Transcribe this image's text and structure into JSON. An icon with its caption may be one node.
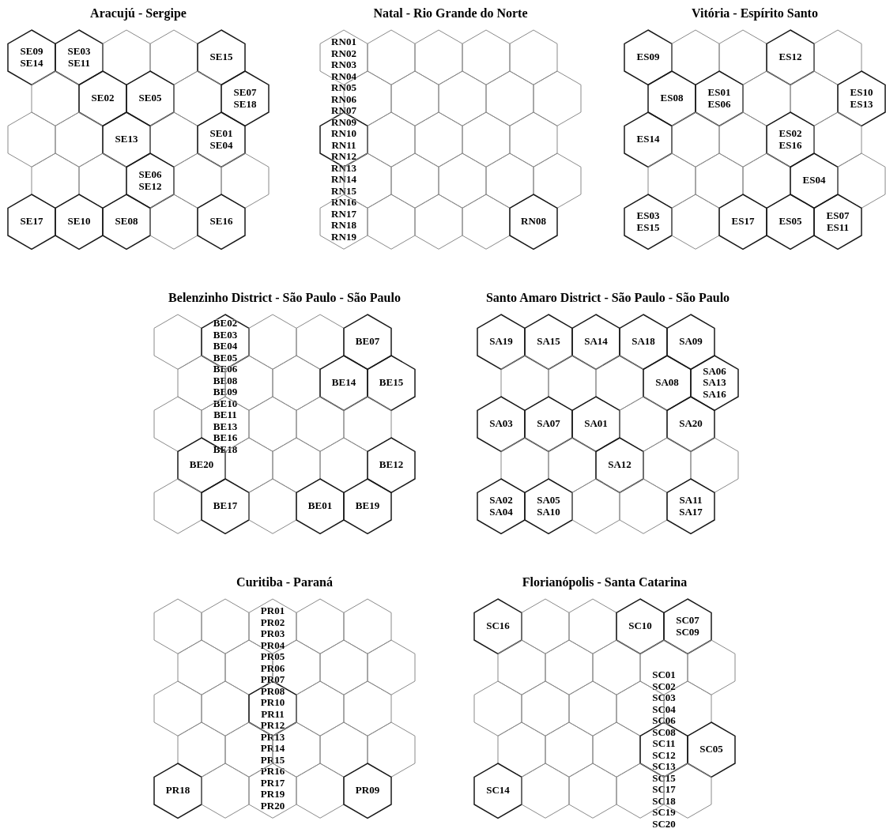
{
  "diagram": {
    "nodes": [
      {
        "text": [
          "Aracujú - Sergipe"
        ]
      },
      {
        "text": [
          "SE09 SE14"
        ],
        "in": 0
      },
      {
        "text": [
          "SE03 SE11"
        ],
        "in": 0
      },
      {
        "text": [],
        "shape": "hexagon",
        "in": 0
      },
      {
        "text": [],
        "shape": "hexagon",
        "in": 0
      },
      {
        "text": [
          "SE15"
        ],
        "in": 0
      },
      {
        "text": [],
        "shape": "hexagon",
        "in": 0
      },
      {
        "text": [
          "SE02"
        ],
        "in": 0
      },
      {
        "text": [
          "SE05"
        ],
        "in": 0
      },
      {
        "text": [],
        "shape": "hexagon",
        "in": 0
      },
      {
        "text": [
          "SE07 SE18"
        ],
        "in": 0
      },
      {
        "text": [],
        "shape": "hexagon",
        "in": 0
      },
      {
        "text": [],
        "shape": "hexagon",
        "in": 0
      },
      {
        "text": [
          "SE13"
        ],
        "in": 0
      },
      {
        "text": [],
        "shape": "hexagon",
        "in": 0
      },
      {
        "text": [
          "SE01 SE04"
        ],
        "in": 0
      },
      {
        "text": [],
        "shape": "hexagon",
        "in": 0
      },
      {
        "text": [],
        "shape": "hexagon",
        "in": 0
      },
      {
        "text": [
          "SE06 SE12"
        ],
        "in": 0
      },
      {
        "text": [],
        "shape": "hexagon",
        "in": 0
      },
      {
        "text": [],
        "shape": "hexagon",
        "in": 0
      },
      {
        "text": [
          "SE17"
        ],
        "in": 0
      },
      {
        "text": [
          "SE10"
        ],
        "in": 0
      },
      {
        "text": [
          "SE08"
        ],
        "in": 0
      },
      {
        "text": [],
        "shape": "hexagon",
        "in": 0
      },
      {
        "text": [
          "SE16"
        ],
        "in": 0
      },
      {
        "text": [
          "Natal - Rio Grande do Norte"
        ]
      },
      {
        "text": [],
        "shape": "hexagon",
        "in": 26
      },
      {
        "text": [],
        "shape": "hexagon",
        "in": 26
      },
      {
        "text": [],
        "shape": "hexagon",
        "in": 26
      },
      {
        "text": [],
        "shape": "hexagon",
        "in": 26
      },
      {
        "text": [],
        "shape": "hexagon",
        "in": 26
      },
      {
        "text": [],
        "shape": "hexagon",
        "in": 26
      },
      {
        "text": [],
        "shape": "hexagon",
        "in": 26
      },
      {
        "text": [],
        "shape": "hexagon",
        "in": 26
      },
      {
        "text": [],
        "shape": "hexagon",
        "in": 26
      },
      {
        "text": [],
        "shape": "hexagon",
        "in": 26
      },
      {
        "text": [
          "RN01 RN02 RN03 RN04 RN05 RN06 RN07 RN09 RN10 RN11 RN12 RN13 RN14 RN15 RN16 RN17 RN18 RN19"
        ],
        "in": 26
      },
      {
        "text": [],
        "shape": "hexagon",
        "in": 26
      },
      {
        "text": [],
        "shape": "hexagon",
        "in": 26
      },
      {
        "text": [],
        "shape": "hexagon",
        "in": 26
      },
      {
        "text": [],
        "shape": "hexagon",
        "in": 26
      },
      {
        "text": [],
        "shape": "hexagon",
        "in": 26
      },
      {
        "text": [],
        "shape": "hexagon",
        "in": 26
      },
      {
        "text": [],
        "shape": "hexagon",
        "in": 26
      },
      {
        "text": [],
        "shape": "hexagon",
        "in": 26
      },
      {
        "text": [],
        "shape": "hexagon",
        "in": 26
      },
      {
        "text": [],
        "shape": "hexagon",
        "in": 26
      },
      {
        "text": [],
        "shape": "hexagon",
        "in": 26
      },
      {
        "text": [],
        "shape": "hexagon",
        "in": 26
      },
      {
        "text": [],
        "shape": "hexagon",
        "in": 26
      },
      {
        "text": [
          "RN08"
        ],
        "in": 26
      },
      {
        "text": [
          "Vitória - Espírito Santo"
        ]
      },
      {
        "text": [
          "ES09"
        ],
        "in": 52
      },
      {
        "text": [],
        "shape": "hexagon",
        "in": 52
      },
      {
        "text": [],
        "shape": "hexagon",
        "in": 52
      },
      {
        "text": [
          "ES12"
        ],
        "in": 52
      },
      {
        "text": [],
        "shape": "hexagon",
        "in": 52
      },
      {
        "text": [
          "ES08"
        ],
        "in": 52
      },
      {
        "text": [
          "ES01 ES06"
        ],
        "in": 52
      },
      {
        "text": [],
        "shape": "hexagon",
        "in": 52
      },
      {
        "text": [],
        "shape": "hexagon",
        "in": 52
      },
      {
        "text": [
          "ES10 ES13"
        ],
        "in": 52
      },
      {
        "text": [
          "ES14"
        ],
        "in": 52
      },
      {
        "text": [],
        "shape": "hexagon",
        "in": 52
      },
      {
        "text": [],
        "shape": "hexagon",
        "in": 52
      },
      {
        "text": [
          "ES02 ES16"
        ],
        "in": 52
      },
      {
        "text": [],
        "shape": "hexagon",
        "in": 52
      },
      {
        "text": [],
        "shape": "hexagon",
        "in": 52
      },
      {
        "text": [],
        "shape": "hexagon",
        "in": 52
      },
      {
        "text": [],
        "shape": "hexagon",
        "in": 52
      },
      {
        "text": [
          "ES04"
        ],
        "in": 52
      },
      {
        "text": [],
        "shape": "hexagon",
        "in": 52
      },
      {
        "text": [
          "ES03 ES15"
        ],
        "in": 52
      },
      {
        "text": [],
        "shape": "hexagon",
        "in": 52
      },
      {
        "text": [
          "ES17"
        ],
        "in": 52
      },
      {
        "text": [
          "ES05"
        ],
        "in": 52
      },
      {
        "text": [
          "ES07 ES11"
        ],
        "in": 52
      },
      {
        "text": [
          "Belenzinho District - São Paulo - São Paulo"
        ]
      },
      {
        "text": [],
        "shape": "hexagon",
        "in": 78
      },
      {
        "text": [
          "BE02 BE03 BE04 BE05 BE06 BE08 BE09 BE10 BE11 BE13 BE16 BE18"
        ],
        "in": 78
      },
      {
        "text": [],
        "shape": "hexagon",
        "in": 78
      },
      {
        "text": [],
        "shape": "hexagon",
        "in": 78
      },
      {
        "text": [
          "BE07"
        ],
        "in": 78
      },
      {
        "text": [],
        "shape": "hexagon",
        "in": 78
      },
      {
        "text": [],
        "shape": "hexagon",
        "in": 78
      },
      {
        "text": [],
        "shape": "hexagon",
        "in": 78
      },
      {
        "text": [
          "BE14"
        ],
        "in": 78
      },
      {
        "text": [
          "BE15"
        ],
        "in": 78
      },
      {
        "text": [],
        "shape": "hexagon",
        "in": 78
      },
      {
        "text": [],
        "shape": "hexagon",
        "in": 78
      },
      {
        "text": [],
        "shape": "hexagon",
        "in": 78
      },
      {
        "text": [],
        "shape": "hexagon",
        "in": 78
      },
      {
        "text": [],
        "shape": "hexagon",
        "in": 78
      },
      {
        "text": [
          "BE20"
        ],
        "in": 78
      },
      {
        "text": [],
        "shape": "hexagon",
        "in": 78
      },
      {
        "text": [],
        "shape": "hexagon",
        "in": 78
      },
      {
        "text": [],
        "shape": "hexagon",
        "in": 78
      },
      {
        "text": [
          "BE12"
        ],
        "in": 78
      },
      {
        "text": [],
        "shape": "hexagon",
        "in": 78
      },
      {
        "text": [
          "BE17"
        ],
        "in": 78
      },
      {
        "text": [],
        "shape": "hexagon",
        "in": 78
      },
      {
        "text": [
          "BE01"
        ],
        "in": 78
      },
      {
        "text": [
          "BE19"
        ],
        "in": 78
      },
      {
        "text": [
          "Santo Amaro District - São Paulo - São Paulo"
        ]
      },
      {
        "text": [
          "SA19"
        ],
        "in": 104
      },
      {
        "text": [
          "SA15"
        ],
        "in": 104
      },
      {
        "text": [
          "SA14"
        ],
        "in": 104
      },
      {
        "text": [
          "SA18"
        ],
        "in": 104
      },
      {
        "text": [
          "SA09"
        ],
        "in": 104
      },
      {
        "text": [],
        "shape": "hexagon",
        "in": 104
      },
      {
        "text": [],
        "shape": "hexagon",
        "in": 104
      },
      {
        "text": [],
        "shape": "hexagon",
        "in": 104
      },
      {
        "text": [
          "SA08"
        ],
        "in": 104
      },
      {
        "text": [
          "SA06 SA13 SA16"
        ],
        "in": 104
      },
      {
        "text": [
          "SA03"
        ],
        "in": 104
      },
      {
        "text": [
          "SA07"
        ],
        "in": 104
      },
      {
        "text": [
          "SA01"
        ],
        "in": 104
      },
      {
        "text": [],
        "shape": "hexagon",
        "in": 104
      },
      {
        "text": [
          "SA20"
        ],
        "in": 104
      },
      {
        "text": [],
        "shape": "hexagon",
        "in": 104
      },
      {
        "text": [],
        "shape": "hexagon",
        "in": 104
      },
      {
        "text": [
          "SA12"
        ],
        "in": 104
      },
      {
        "text": [],
        "shape": "hexagon",
        "in": 104
      },
      {
        "text": [],
        "shape": "hexagon",
        "in": 104
      },
      {
        "text": [
          "SA02 SA04"
        ],
        "in": 104
      },
      {
        "text": [
          "SA05 SA10"
        ],
        "in": 104
      },
      {
        "text": [],
        "shape": "hexagon",
        "in": 104
      },
      {
        "text": [],
        "shape": "hexagon",
        "in": 104
      },
      {
        "text": [
          "SA11 SA17"
        ],
        "in": 104
      },
      {
        "text": [
          "Curitiba - Paraná"
        ]
      },
      {
        "text": [],
        "shape": "hexagon",
        "in": 130
      },
      {
        "text": [],
        "shape": "hexagon",
        "in": 130
      },
      {
        "text": [],
        "shape": "hexagon",
        "in": 130
      },
      {
        "text": [],
        "shape": "hexagon",
        "in": 130
      },
      {
        "text": [],
        "shape": "hexagon",
        "in": 130
      },
      {
        "text": [],
        "shape": "hexagon",
        "in": 130
      },
      {
        "text": [],
        "shape": "hexagon",
        "in": 130
      },
      {
        "text": [],
        "shape": "hexagon",
        "in": 130
      },
      {
        "text": [],
        "shape": "hexagon",
        "in": 130
      },
      {
        "text": [],
        "shape": "hexagon",
        "in": 130
      },
      {
        "text": [],
        "shape": "hexagon",
        "in": 130
      },
      {
        "text": [],
        "shape": "hexagon",
        "in": 130
      },
      {
        "text": [
          "PR01 PR02 PR03 PR04 PR05 PR06 PR07 PR08 PR10 PR11 PR12 PR13 PR14 PR15 PR16 PR17 PR19 PR20"
        ],
        "in": 130
      },
      {
        "text": [],
        "shape": "hexagon",
        "in": 130
      },
      {
        "text": [],
        "shape": "hexagon",
        "in": 130
      },
      {
        "text": [],
        "shape": "hexagon",
        "in": 130
      },
      {
        "text": [],
        "shape": "hexagon",
        "in": 130
      },
      {
        "text": [],
        "shape": "hexagon",
        "in": 130
      },
      {
        "text": [],
        "shape": "hexagon",
        "in": 130
      },
      {
        "text": [],
        "shape": "hexagon",
        "in": 130
      },
      {
        "text": [
          "PR18"
        ],
        "in": 130
      },
      {
        "text": [],
        "shape": "hexagon",
        "in": 130
      },
      {
        "text": [],
        "shape": "hexagon",
        "in": 130
      },
      {
        "text": [],
        "shape": "hexagon",
        "in": 130
      },
      {
        "text": [
          "PR09"
        ],
        "in": 130
      },
      {
        "text": [
          "Florianópolis - Santa Catarina"
        ]
      },
      {
        "text": [
          "SC16"
        ],
        "in": 156
      },
      {
        "text": [],
        "shape": "hexagon",
        "in": 156
      },
      {
        "text": [],
        "shape": "hexagon",
        "in": 156
      },
      {
        "text": [
          "SC10"
        ],
        "in": 156
      },
      {
        "text": [
          "SC07 SC09"
        ],
        "in": 156
      },
      {
        "text": [],
        "shape": "hexagon",
        "in": 156
      },
      {
        "text": [],
        "shape": "hexagon",
        "in": 156
      },
      {
        "text": [],
        "shape": "hexagon",
        "in": 156
      },
      {
        "text": [],
        "shape": "hexagon",
        "in": 156
      },
      {
        "text": [],
        "shape": "hexagon",
        "in": 156
      },
      {
        "text": [],
        "shape": "hexagon",
        "in": 156
      },
      {
        "text": [],
        "shape": "hexagon",
        "in": 156
      },
      {
        "text": [],
        "shape": "hexagon",
        "in": 156
      },
      {
        "text": [],
        "shape": "hexagon",
        "in": 156
      },
      {
        "text": [],
        "shape": "hexagon",
        "in": 156
      },
      {
        "text": [],
        "shape": "hexagon",
        "in": 156
      },
      {
        "text": [],
        "shape": "hexagon",
        "in": 156
      },
      {
        "text": [],
        "shape": "hexagon",
        "in": 156
      },
      {
        "text": [
          "SC01 SC02 SC03 SC04 SC06 SC08 SC11 SC12 SC13 SC15 SC17 SC18 SC19 SC20"
        ],
        "in": 156
      },
      {
        "text": [
          "SC05"
        ],
        "in": 156
      },
      {
        "text": [
          "SC14"
        ],
        "in": 156
      },
      {
        "text": [],
        "shape": "hexagon",
        "in": 156
      },
      {
        "text": [],
        "shape": "hexagon",
        "in": 156
      },
      {
        "text": [],
        "shape": "hexagon",
        "in": 156
      },
      {
        "text": [],
        "shape": "hexagon",
        "in": 156
      }
    ]
  }
}
